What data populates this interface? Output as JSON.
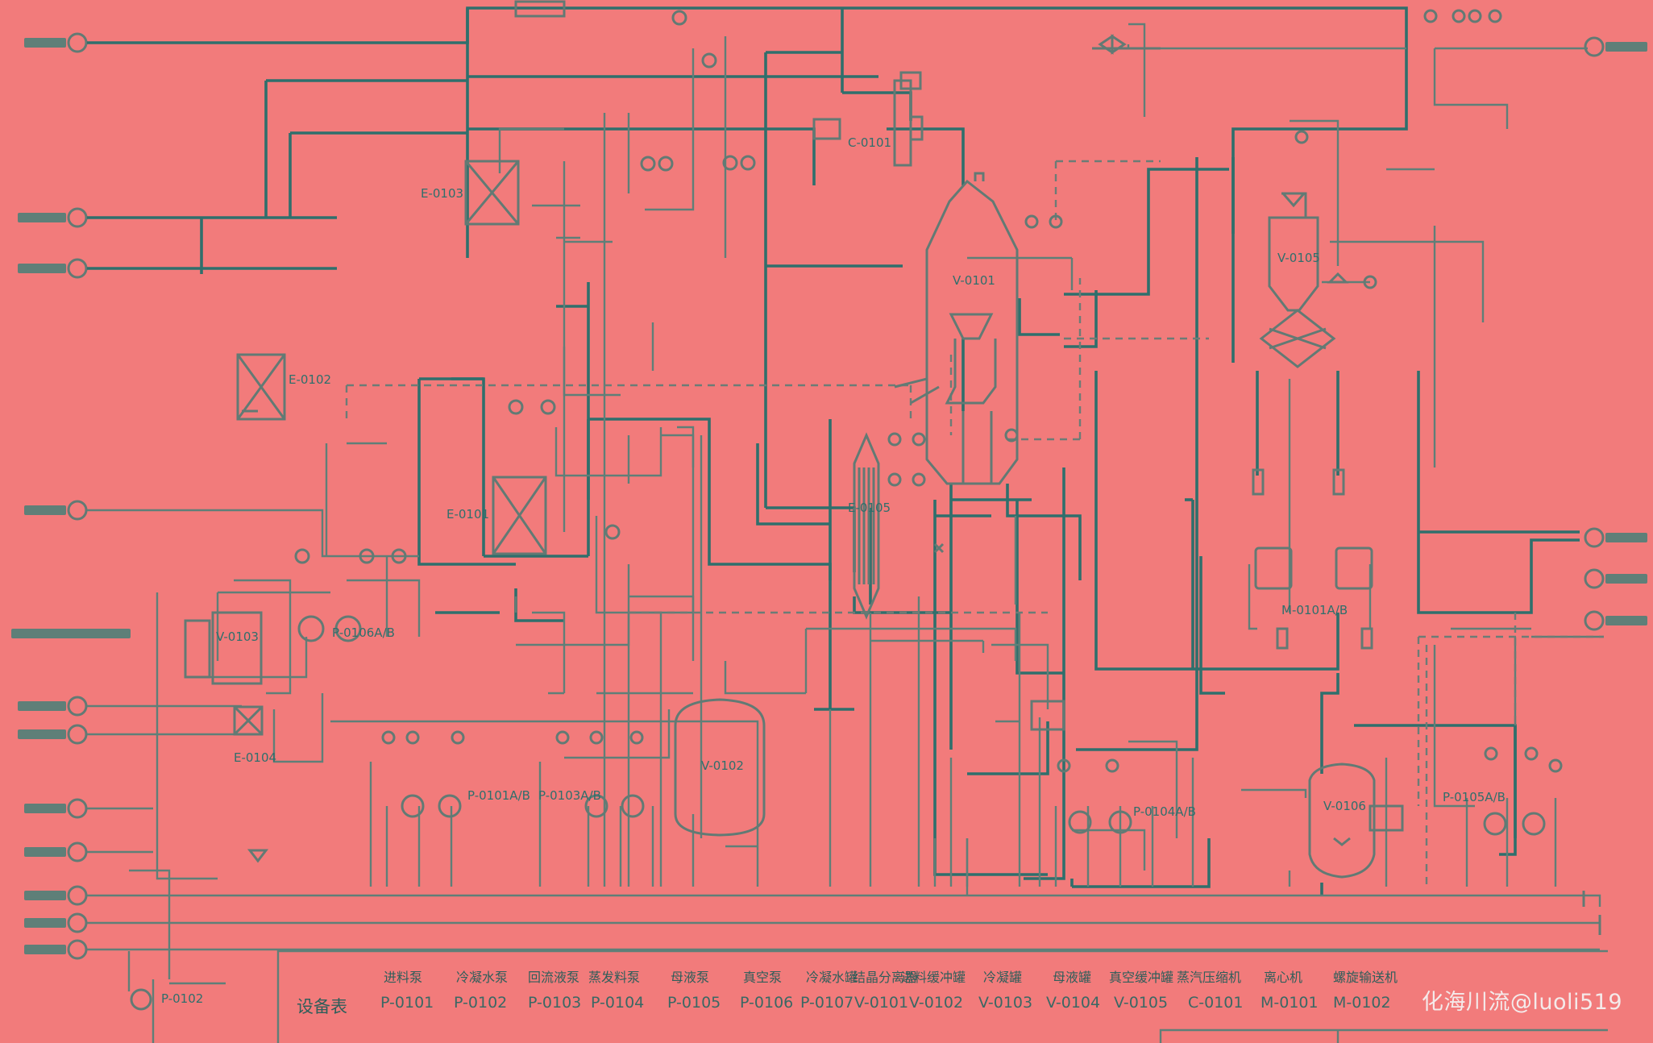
{
  "diagram": {
    "equipment_tags": {
      "e_top": "E-0103",
      "e_left": "E-0102",
      "e_mid": "E-0101",
      "e_low": "E-0104",
      "e_reb": "E-0105",
      "c_top": "C-0101",
      "v_col": "V-0101",
      "v_drum_left": "V-0103",
      "v_drum_mid": "V-0102",
      "v_right_top": "V-0105",
      "v_right_bottom": "V-0106",
      "p_left": "P-0106A/B",
      "p_1": "P-0101A/B",
      "p_2": "P-0103A/B",
      "p_3": "P-0104A/B",
      "p_right": "P-0105A/B",
      "p_bl": "P-0102",
      "centrifuge": "M-0101A/B"
    },
    "title_block": {
      "heading": "设备表",
      "items": [
        {
          "name": "进料泵",
          "code": "P-0101"
        },
        {
          "name": "冷凝水泵",
          "code": "P-0102"
        },
        {
          "name": "回流液泵",
          "code": "P-0103"
        },
        {
          "name": "蒸发料泵",
          "code": "P-0104"
        },
        {
          "name": "母液泵",
          "code": "P-0105"
        },
        {
          "name": "真空泵",
          "code": "P-0106"
        },
        {
          "name": "冷凝水罐",
          "code": "P-0107"
        },
        {
          "name": "结晶分离器",
          "code": "V-0101"
        },
        {
          "name": "进料缓冲罐",
          "code": "V-0102"
        },
        {
          "name": "冷凝罐",
          "code": "V-0103"
        },
        {
          "name": "母液罐",
          "code": "V-0104"
        },
        {
          "name": "真空缓冲罐",
          "code": "V-0105"
        },
        {
          "name": "蒸汽压缩机",
          "code": "C-0101"
        },
        {
          "name": "离心机",
          "code": "M-0101"
        },
        {
          "name": "螺旋输送机",
          "code": "M-0102"
        }
      ]
    },
    "watermark": "化海川流@luoli519"
  }
}
